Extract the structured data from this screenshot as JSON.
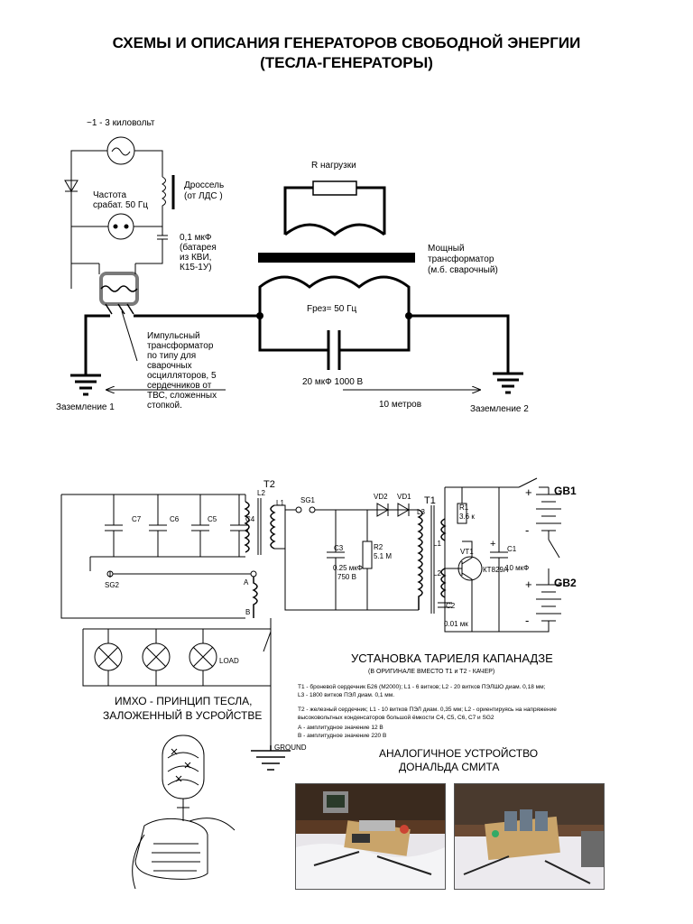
{
  "page": {
    "title_line1": "СХЕМЫ И ОПИСАНИЯ ГЕНЕРАТОРОВ СВОБОДНОЙ ЭНЕРГИИ",
    "title_line2": "(ТЕСЛА-ГЕНЕРАТОРЫ)"
  },
  "top_circuit": {
    "source_label": "~1 - 3 киловольт",
    "frequency_label_1": "Частота",
    "frequency_label_2": "срабат. 50 Гц",
    "choke_label_1": "Дроссель",
    "choke_label_2": "(от ЛДС )",
    "capacitor_label_1": "0,1 мкФ",
    "capacitor_label_2": "(батарея",
    "capacitor_label_3": "из КВИ,",
    "capacitor_label_4": "К15-1У)",
    "load_label": "R нагрузки",
    "power_transformer_1": "Мощный",
    "power_transformer_2": "трансформатор",
    "power_transformer_3": "(м.б. сварочный)",
    "resonance_label": "Fрез= 50 Гц",
    "cap_20_label": "20 мкФ 1000 В",
    "pulse_transformer_1": "Импульсный",
    "pulse_transformer_2": "трансформатор",
    "pulse_transformer_3": "по типу для",
    "pulse_transformer_4": "сварочных",
    "pulse_transformer_5": "осцилляторов, 5",
    "pulse_transformer_6": "сердечников от",
    "pulse_transformer_7": "ТВС, сложенных",
    "pulse_transformer_8": "стопкой.",
    "ground1_label": "Заземление 1",
    "ground2_label": "Заземление 2",
    "distance_label": "10 метров"
  },
  "bottom_circuit": {
    "t2_label": "T2",
    "l2_label": "L2",
    "l1_label": "L1",
    "c7": "C7",
    "c6": "C6",
    "c5": "C5",
    "c4": "C4",
    "sg1": "SG1",
    "sg2": "SG2",
    "a_label": "A",
    "b_label": "B",
    "vd2": "VD2",
    "vd1": "VD1",
    "t1": "T1",
    "l3": "L3",
    "c3": "C3",
    "c3_val_1": "0.25 мкФ",
    "c3_val_2": "750 В",
    "r2": "R2",
    "r2_val": "5.1 М",
    "r1": "R1",
    "r1_val": "3.6 к",
    "vt1": "VT1",
    "vt1_type": "КТ829А",
    "c1": "C1",
    "c1_val": "10 мкФ",
    "c2": "C2",
    "c2_val": "0.01 мк",
    "gb1": "GB1",
    "gb2": "GB2",
    "load_lamp": "LOAD",
    "ground_label": "GROUND",
    "plus": "+",
    "minus": "-"
  },
  "kapanadze": {
    "heading": "УСТАНОВКА ТАРИЕЛЯ КАПАНАДЗЕ",
    "subheading": "(В ОРИГИНАЛЕ ВМЕСТО Т1 и Т2 - КАЧЕР)",
    "spec_1": "Т1 - броневой сердечник Б26 (М2000); L1 - 6 витков; L2 - 20 витков ПЭЛШО диам. 0,18 мм;",
    "spec_2": "L3 - 1800 витков ПЭЛ диам. 0,1 мм.",
    "spec_3": "Т2 - железный сердечник; L1 - 10 витков ПЭЛ диам. 0,35 мм; L2 - ориентируясь на напряжение",
    "spec_4": "высоковольтных конденсаторов большой ёмкости С4, С5, С6, С7 и SG2",
    "spec_5": "А - амплитудное значение 12 В",
    "spec_6": "В - амплитудное значение 220 В"
  },
  "tesla_caption": {
    "line1": "ИМХО - ПРИНЦИП ТЕСЛА,",
    "line2": "ЗАЛОЖЕННЫЙ В УСРОЙСТВЕ"
  },
  "smith_caption": {
    "line1": "АНАЛОГИЧНОЕ УСТРОЙСТВО",
    "line2": "ДОНАЛЬДА СМИТА"
  }
}
